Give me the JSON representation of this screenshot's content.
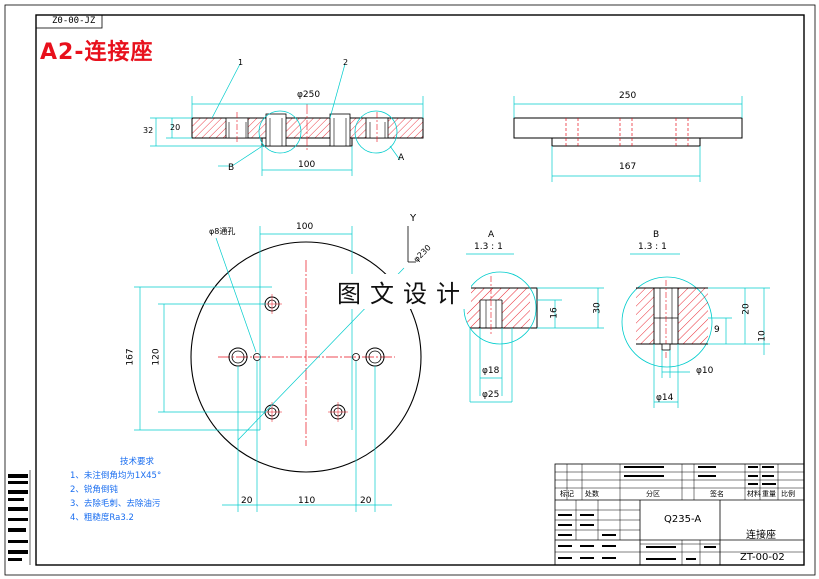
{
  "drawing_code_top": "Z0-00-JZ",
  "title": "A2-连接座",
  "watermark": "图文设计",
  "front_view": {
    "dim_overall": "φ250",
    "dim_center": "100",
    "dim_h1": "32",
    "dim_h2": "20",
    "balloon_1": "1",
    "balloon_2": "2",
    "view_a": "A",
    "view_b": "B"
  },
  "side_view": {
    "dim_top": "250",
    "dim_bottom": "167"
  },
  "plan_view": {
    "dim_top": "100",
    "hole_label": "φ8通孔",
    "axis_y": "Y",
    "dim_angle": "φ230",
    "dim_v_outer": "167",
    "dim_v_inner": "120",
    "dim_b_left": "20",
    "dim_b_mid": "110",
    "dim_b_right": "20"
  },
  "detail_a": {
    "title": "A",
    "scale": "1.3 : 1",
    "dim_h1": "16",
    "dim_h2": "30",
    "dim_d1": "φ18",
    "dim_d2": "φ25"
  },
  "detail_b": {
    "title": "B",
    "scale": "1.3 : 1",
    "dim_h1": "20",
    "dim_h2": "9",
    "dim_h3": "10",
    "dim_d1": "φ10",
    "dim_d2": "φ14"
  },
  "tech_notes": {
    "heading": "技术要求",
    "items": [
      "1、未注倒角均为1X45°",
      "2、锐角倒钝",
      "3、去除毛刺、去除油污",
      "4、粗糙度Ra3.2"
    ]
  },
  "title_block": {
    "material": "Q235-A",
    "part_name": "连接座",
    "drawing_no": "ZT-00-02",
    "col_mark": "标记",
    "col_qty": "处数",
    "col_zone": "分区",
    "col_signature": "签名",
    "col_material": "材料",
    "col_weight": "重量",
    "col_ratio": "比例"
  },
  "colors": {
    "outline": "#000000",
    "dimension": "#00cccc",
    "hidden": "#e8101c",
    "hatch": "#e8101c",
    "label": "#1a6ef0",
    "center": "#e8101c"
  }
}
